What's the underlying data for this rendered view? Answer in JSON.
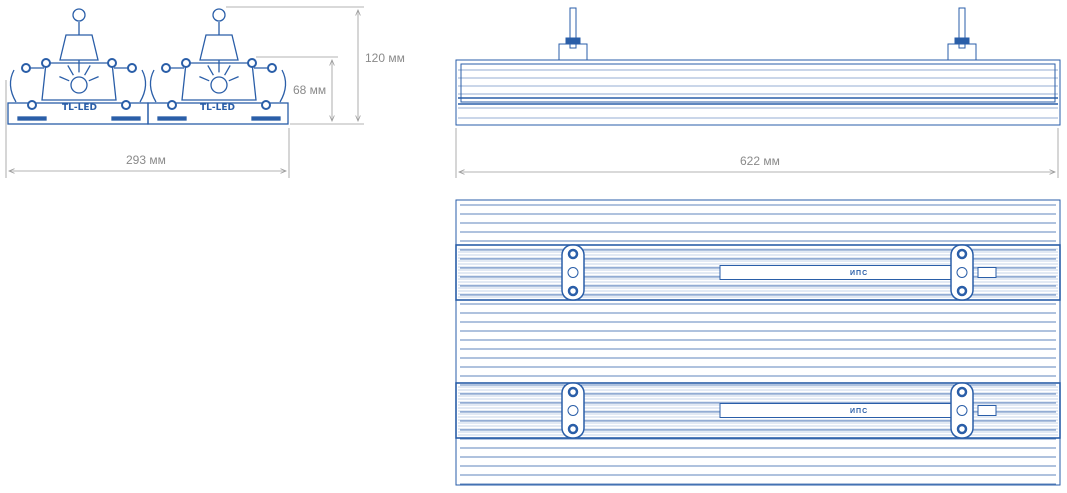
{
  "dimensions": {
    "front_width": "293 мм",
    "total_height": "120 мм",
    "body_height": "68 мм",
    "length": "622 мм"
  },
  "labels": {
    "logo_text": "TL-LED",
    "driver_label": "ИПС"
  },
  "colors": {
    "line": "#2a5ea8",
    "dimension": "#9a9a9a"
  }
}
